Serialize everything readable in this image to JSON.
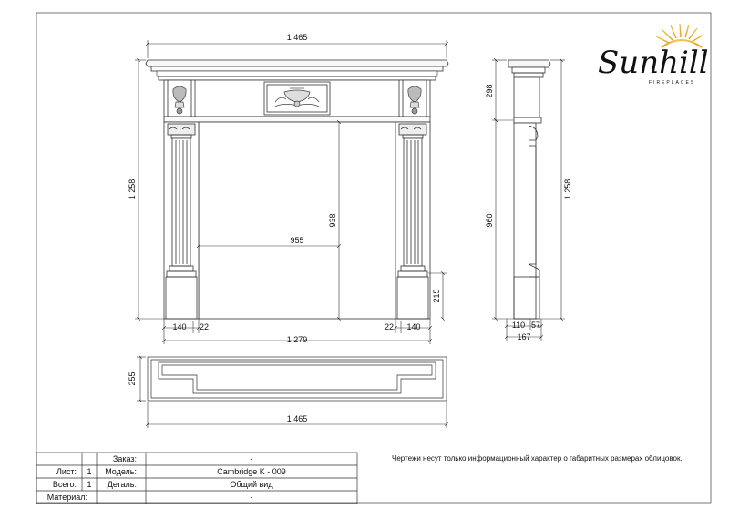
{
  "brand": {
    "name": "Sunhill",
    "tagline": "FIREPLACES"
  },
  "dimensions": {
    "overall_width": "1 465",
    "overall_height": "1 258",
    "opening_width": "955",
    "opening_height": "938",
    "plinth_height": "215",
    "leg_width_left": "140",
    "gap_left": "22",
    "leg_width_right": "140",
    "gap_right": "22",
    "base_width": "1 279",
    "side_frieze_height": "298",
    "side_leg_height": "960",
    "side_total_height": "1 258",
    "side_depth_a": "110",
    "side_depth_b": "57",
    "side_depth_total": "167",
    "plan_depth": "255",
    "plan_width": "1 465"
  },
  "note": "Чертежи несут только информационный характер о габаритных размерах облицовок.",
  "title_block": {
    "rows": [
      {
        "label": "",
        "num": "",
        "field": "Заказ:",
        "value": "-"
      },
      {
        "label": "Лист:",
        "num": "1",
        "field": "Модель:",
        "value": "Cambridge K - 009"
      },
      {
        "label": "Всего:",
        "num": "1",
        "field": "Деталь:",
        "value": "Общий вид"
      },
      {
        "label": "Материал:",
        "num": "",
        "field": "",
        "value": "-"
      }
    ]
  }
}
